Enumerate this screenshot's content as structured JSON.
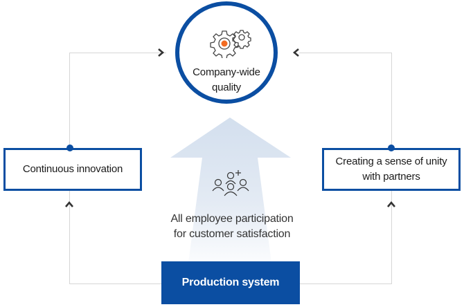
{
  "diagram": {
    "center": {
      "label_line1": "Company-wide",
      "label_line2": "quality",
      "icon": "gears-icon"
    },
    "left_box": {
      "label": "Continuous innovation"
    },
    "right_box": {
      "label_line1": "Creating a sense of unity",
      "label_line2": "with partners"
    },
    "middle": {
      "label_line1": "All employee participation",
      "label_line2": "for customer satisfaction",
      "icon": "people-group-icon"
    },
    "base": {
      "label": "Production system"
    },
    "colors": {
      "primary_blue": "#0b4ea2",
      "accent_orange": "#f26b21",
      "arrow_fill": "#d5e0ee",
      "connector_grey": "#d6d6d6",
      "chevron": "#333333"
    }
  }
}
